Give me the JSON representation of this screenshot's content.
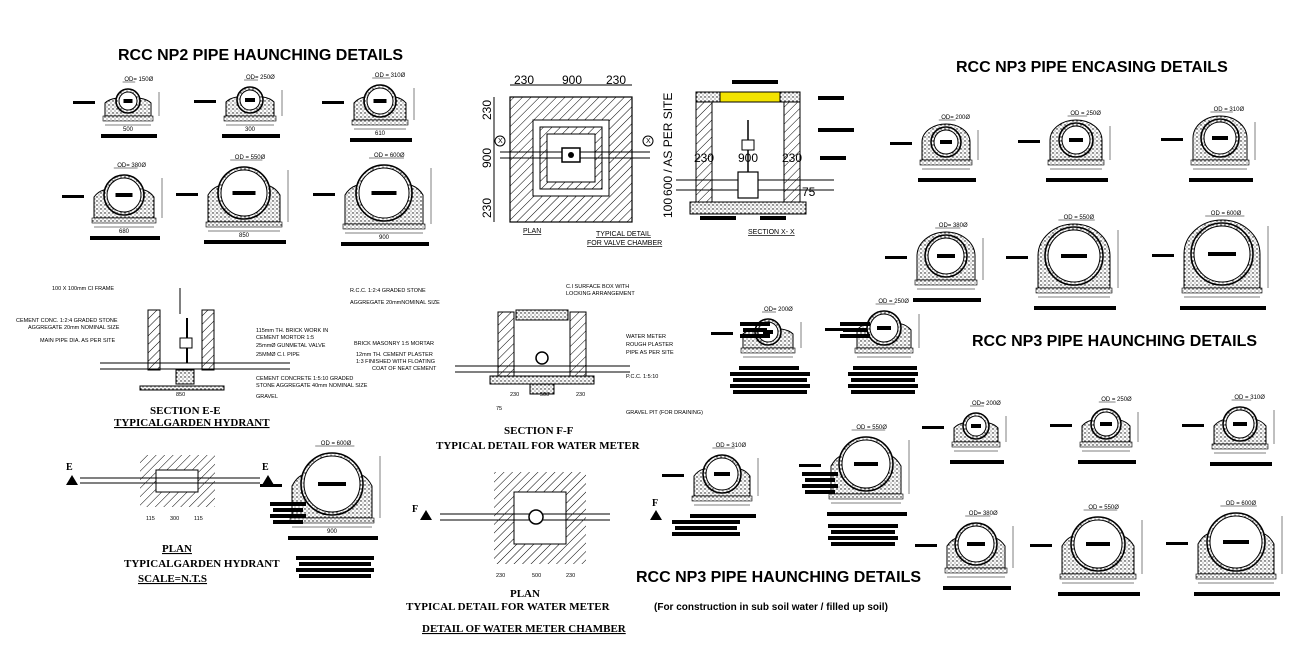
{
  "headings": {
    "np2_haunching": "RCC NP2 PIPE HAUNCHING DETAILS",
    "np3_encasing": "RCC NP3 PIPE ENCASING DETAILS",
    "np3_haunching_right": "RCC NP3 PIPE HAUNCHING DETAILS",
    "np3_haunching_bottom": "RCC NP3 PIPE HAUNCHING DETAILS",
    "np3_note": "(For construction in sub soil water / filled up soil)"
  },
  "np2_pipes": [
    {
      "od": "OD= 150Ø",
      "base": "500"
    },
    {
      "od": "OD= 250Ø",
      "base": "300"
    },
    {
      "od": "OD = 310Ø",
      "base": "610"
    },
    {
      "od": "OD= 380Ø",
      "base": "680"
    },
    {
      "od": "OD = 550Ø",
      "base": "850"
    },
    {
      "od": "OD = 600Ø",
      "base": "900"
    }
  ],
  "np3_encasing_pipes": [
    {
      "od": "OD= 200Ø"
    },
    {
      "od": "OD = 250Ø"
    },
    {
      "od": "OD = 310Ø"
    },
    {
      "od": "OD= 380Ø"
    },
    {
      "od": "OD = 550Ø"
    },
    {
      "od": "OD = 600Ø"
    }
  ],
  "np3_haunch_pipes": [
    {
      "od": "OD= 200Ø"
    },
    {
      "od": "OD = 250Ø"
    },
    {
      "od": "OD = 310Ø"
    },
    {
      "od": "OD= 380Ø"
    },
    {
      "od": "OD = 550Ø"
    },
    {
      "od": "OD = 600Ø"
    }
  ],
  "mid_haunch_pipes": [
    {
      "od": "OD= 200Ø"
    },
    {
      "od": "OD = 250Ø"
    },
    {
      "od": "OD = 310Ø"
    },
    {
      "od": "OD = 550Ø"
    }
  ],
  "valve_chamber": {
    "dims_top": [
      "230",
      "900",
      "230"
    ],
    "dims_left": [
      "230",
      "900",
      "230"
    ],
    "plan_label": "PLAN",
    "caption_1": "TYPICAL DETAIL",
    "caption_2": "FOR VALVE CHAMBER",
    "section_label": "SECTION  X- X",
    "section_dims": [
      "230",
      "900",
      "230"
    ],
    "side_dim": "600 / AS PER SITE",
    "side_small": "100",
    "dim_75": "75",
    "marker": "X"
  },
  "garden_hydrant": {
    "notes_left": [
      "100 X 100mm CI FRAME",
      "CEMENT CONC. 1:2:4 GRADED STONE",
      "AGGREGATE 20mm NOMINAL SIZE",
      "MAIN PIPE DIA. AS PER SITE"
    ],
    "notes_right": [
      "115mm TH. BRICK WORK IN",
      "CEMENT MORTOR 1:5",
      "25mmØ GUNMETAL VALVE",
      "25MMØ C.I. PIPE",
      "CEMENT CONCRETE 1:5:10 GRADED",
      "STONE AGGREGATE 40mm NOMINAL SIZE",
      "GRAVEL"
    ],
    "dim": "850",
    "section_label": "SECTION  E-E",
    "section_caption": "TYPICALGARDEN HYDRANT",
    "plan_label": "PLAN",
    "plan_caption": "TYPICALGARDEN  HYDRANT",
    "scale": "SCALE=N.T.S",
    "plan_dims": [
      "115",
      "300",
      "115"
    ],
    "marker": "E"
  },
  "water_meter": {
    "notes_top": [
      "R.C.C. 1:2:4 GRADED STONE",
      "AGGREGATE 20mmNOMINAL SIZE",
      "C.I SURFACE BOX WITH",
      "LOCKING ARRANGEMENT"
    ],
    "notes_left": [
      "BRICK MASONRY 1:5 MORTAR",
      "12mm TH. CEMENT PLASTER",
      "1:3 FINISHED WITH FLOATING",
      "COAT OF NEAT CEMENT"
    ],
    "notes_right": [
      "WATER METER",
      "ROUGH PLASTER",
      "PIPE AS PER SITE",
      "P.C.C. 1:5:10",
      "GRAVEL PIT (FOR DRAINING)"
    ],
    "section_dims": [
      "230",
      "500",
      "230"
    ],
    "dim_75": "75",
    "section_label": "SECTION  F-F",
    "section_caption": "TYPICAL  DETAIL  FOR  WATER  METER",
    "plan_dims": [
      "230",
      "500",
      "230"
    ],
    "plan_label": "PLAN",
    "plan_caption": "TYPICAL  DETAIL  FOR  WATER  METER",
    "chamber_caption": "DETAIL  OF  WATER  METER  CHAMBER",
    "marker": "F"
  }
}
